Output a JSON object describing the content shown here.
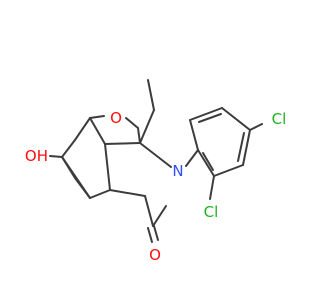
{
  "molecule": {
    "atoms": {
      "oxygen_ether": "O",
      "hydroxyl": "OH",
      "nitrogen": "N",
      "chlorine_para": "Cl",
      "chlorine_ortho": "Cl",
      "oxygen_carbonyl": "O"
    },
    "colors": {
      "bond": "#3c3c3c",
      "oxygen": "#ff0d0d",
      "nitrogen": "#3050f8",
      "chlorine": "#1fb21f",
      "background": "#ffffff"
    }
  }
}
